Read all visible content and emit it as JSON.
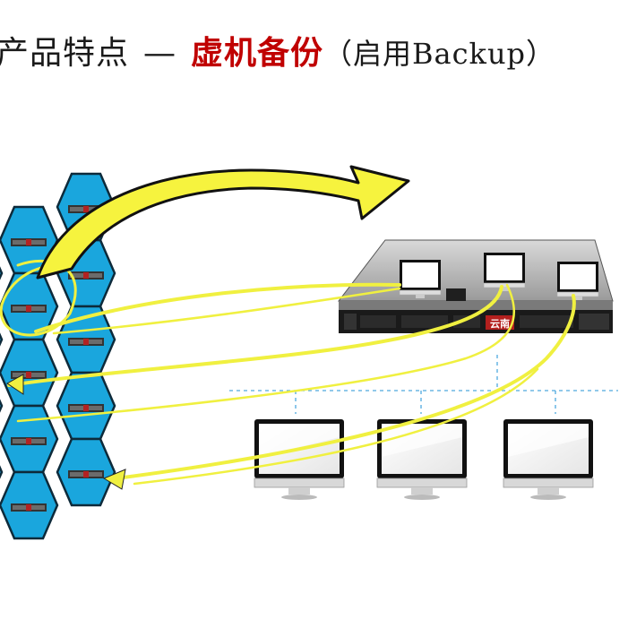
{
  "title": {
    "prefix": "产品特点",
    "separator": "—",
    "highlight": "虚机备份",
    "note": "（启用Backup）"
  },
  "server": {
    "badge": "云南"
  },
  "colors": {
    "title_text": "#1a1a1a",
    "highlight": "#c00000",
    "hexagon_fill": "#1aa6dd",
    "arrow_yellow": "#f0f040",
    "arrow_outline": "#111111",
    "network_line": "#4fa9de"
  },
  "diagram": {
    "vm_tiles": 14,
    "server_monitors": 3,
    "client_monitors": 3
  }
}
